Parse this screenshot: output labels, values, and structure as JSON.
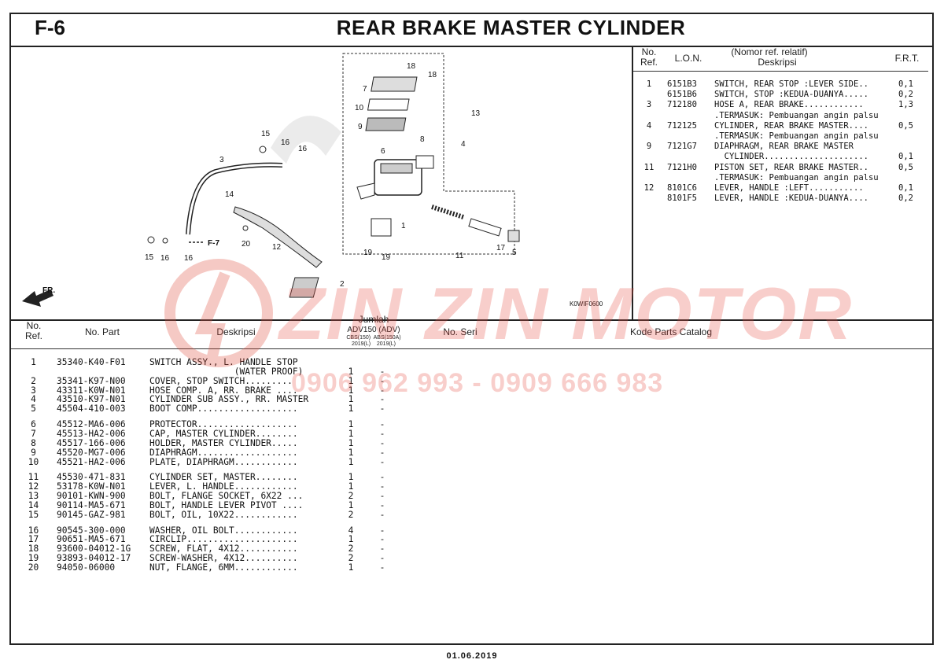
{
  "header": {
    "code": "F-6",
    "title": "REAR BRAKE MASTER CYLINDER"
  },
  "right_table": {
    "headers": {
      "no_ref": "No.\nRef.",
      "lon": "L.O.N.",
      "desc_top": "(Nomor ref. relatif)",
      "desc": "Deskripsi",
      "frt": "F.R.T."
    },
    "rows": [
      {
        "ref": "1",
        "lon": "6151B3",
        "desc": "SWITCH, REAR STOP :LEVER SIDE..",
        "frt": "0,1"
      },
      {
        "ref": "",
        "lon": "6151B6",
        "desc": "SWITCH, STOP :KEDUA-DUANYA.....",
        "frt": "0,2"
      },
      {
        "ref": "3",
        "lon": "712180",
        "desc": "HOSE A, REAR BRAKE............",
        "frt": "1,3"
      },
      {
        "ref": "",
        "lon": "",
        "desc": ".TERMASUK: Pembuangan angin palsu",
        "frt": ""
      },
      {
        "ref": "4",
        "lon": "712125",
        "desc": "CYLINDER, REAR BRAKE MASTER....",
        "frt": "0,5"
      },
      {
        "ref": "",
        "lon": "",
        "desc": ".TERMASUK: Pembuangan angin palsu",
        "frt": ""
      },
      {
        "ref": "9",
        "lon": "7121G7",
        "desc": "DIAPHRAGM, REAR BRAKE MASTER",
        "frt": ""
      },
      {
        "ref": "",
        "lon": "",
        "desc": "  CYLINDER.....................",
        "frt": "0,1"
      },
      {
        "ref": "11",
        "lon": "7121H0",
        "desc": "PISTON SET, REAR BRAKE MASTER..",
        "frt": "0,5"
      },
      {
        "ref": "",
        "lon": "",
        "desc": ".TERMASUK: Pembuangan angin palsu",
        "frt": ""
      },
      {
        "ref": "12",
        "lon": "8101C6",
        "desc": "LEVER, HANDLE :LEFT...........",
        "frt": "0,1"
      },
      {
        "ref": "",
        "lon": "8101F5",
        "desc": "LEVER, HANDLE :KEDUA-DUANYA....",
        "frt": "0,2"
      }
    ]
  },
  "diagram": {
    "callouts": [
      "1",
      "2",
      "3",
      "4",
      "5",
      "6",
      "7",
      "8",
      "9",
      "10",
      "11",
      "12",
      "13",
      "14",
      "15",
      "16",
      "16",
      "16",
      "17",
      "18",
      "18",
      "19",
      "19",
      "20",
      "15",
      "16"
    ],
    "f7_ref": "F-7",
    "fr_label": "FR.",
    "image_code": "K0WIF0600"
  },
  "parts_table": {
    "headers": {
      "no_ref": "No.\nRef.",
      "no_part": "No. Part",
      "desc": "Deskripsi",
      "jumlah": "Jumlah",
      "model": "ADV150 (ADV)",
      "cbs": "CBS(150)",
      "abs": "ABS(150A)",
      "year1": "2019(L)",
      "year2": "2019(L)",
      "no_seri": "No. Seri",
      "catalog": "Kode Parts Catalog"
    },
    "rows": [
      {
        "ref": "1",
        "part": "35340-K40-F01",
        "desc": "SWITCH ASSY., L. HANDLE STOP",
        "q1": "",
        "q2": ""
      },
      {
        "ref": "",
        "part": "",
        "desc": "                (WATER PROOF)",
        "q1": "1",
        "q2": "-"
      },
      {
        "ref": "2",
        "part": "35341-K97-N00",
        "desc": "COVER, STOP SWITCH.........",
        "q1": "1",
        "q2": "-"
      },
      {
        "ref": "3",
        "part": "43311-K0W-N01",
        "desc": "HOSE COMP. A, RR. BRAKE ....",
        "q1": "1",
        "q2": "-"
      },
      {
        "ref": "4",
        "part": "43510-K97-N01",
        "desc": "CYLINDER SUB ASSY., RR. MASTER",
        "q1": "1",
        "q2": "-"
      },
      {
        "ref": "5",
        "part": "45504-410-003",
        "desc": "BOOT COMP...................",
        "q1": "1",
        "q2": "-"
      },
      {
        "ref": "6",
        "part": "45512-MA6-006",
        "desc": "PROTECTOR...................",
        "q1": "1",
        "q2": "-"
      },
      {
        "ref": "7",
        "part": "45513-HA2-006",
        "desc": "CAP, MASTER CYLINDER........",
        "q1": "1",
        "q2": "-"
      },
      {
        "ref": "8",
        "part": "45517-166-006",
        "desc": "HOLDER, MASTER CYLINDER.....",
        "q1": "1",
        "q2": "-"
      },
      {
        "ref": "9",
        "part": "45520-MG7-006",
        "desc": "DIAPHRAGM...................",
        "q1": "1",
        "q2": "-"
      },
      {
        "ref": "10",
        "part": "45521-HA2-006",
        "desc": "PLATE, DIAPHRAGM............",
        "q1": "1",
        "q2": "-"
      },
      {
        "ref": "11",
        "part": "45530-471-831",
        "desc": "CYLINDER SET, MASTER........",
        "q1": "1",
        "q2": "-"
      },
      {
        "ref": "12",
        "part": "53178-K0W-N01",
        "desc": "LEVER, L. HANDLE............",
        "q1": "1",
        "q2": "-"
      },
      {
        "ref": "13",
        "part": "90101-KWN-900",
        "desc": "BOLT, FLANGE SOCKET, 6X22 ...",
        "q1": "2",
        "q2": "-"
      },
      {
        "ref": "14",
        "part": "90114-MA5-671",
        "desc": "BOLT, HANDLE LEVER PIVOT ....",
        "q1": "1",
        "q2": "-"
      },
      {
        "ref": "15",
        "part": "90145-GAZ-981",
        "desc": "BOLT, OIL, 10X22............",
        "q1": "2",
        "q2": "-"
      },
      {
        "ref": "16",
        "part": "90545-300-000",
        "desc": "WASHER, OIL BOLT............",
        "q1": "4",
        "q2": "-"
      },
      {
        "ref": "17",
        "part": "90651-MA5-671",
        "desc": "CIRCLIP.....................",
        "q1": "1",
        "q2": "-"
      },
      {
        "ref": "18",
        "part": "93600-04012-1G",
        "desc": "SCREW, FLAT, 4X12...........",
        "q1": "2",
        "q2": "-"
      },
      {
        "ref": "19",
        "part": "93893-04012-17",
        "desc": "SCREW-WASHER, 4X12..........",
        "q1": "2",
        "q2": "-"
      },
      {
        "ref": "20",
        "part": "94050-06000",
        "desc": "NUT, FLANGE, 6MM............",
        "q1": "1",
        "q2": "-"
      }
    ]
  },
  "watermark": {
    "brand": "ZIN ZIN MOTOR",
    "phone": "0906 962 993 - 0909 666 983"
  },
  "footer": {
    "date": "01.06.2019"
  }
}
